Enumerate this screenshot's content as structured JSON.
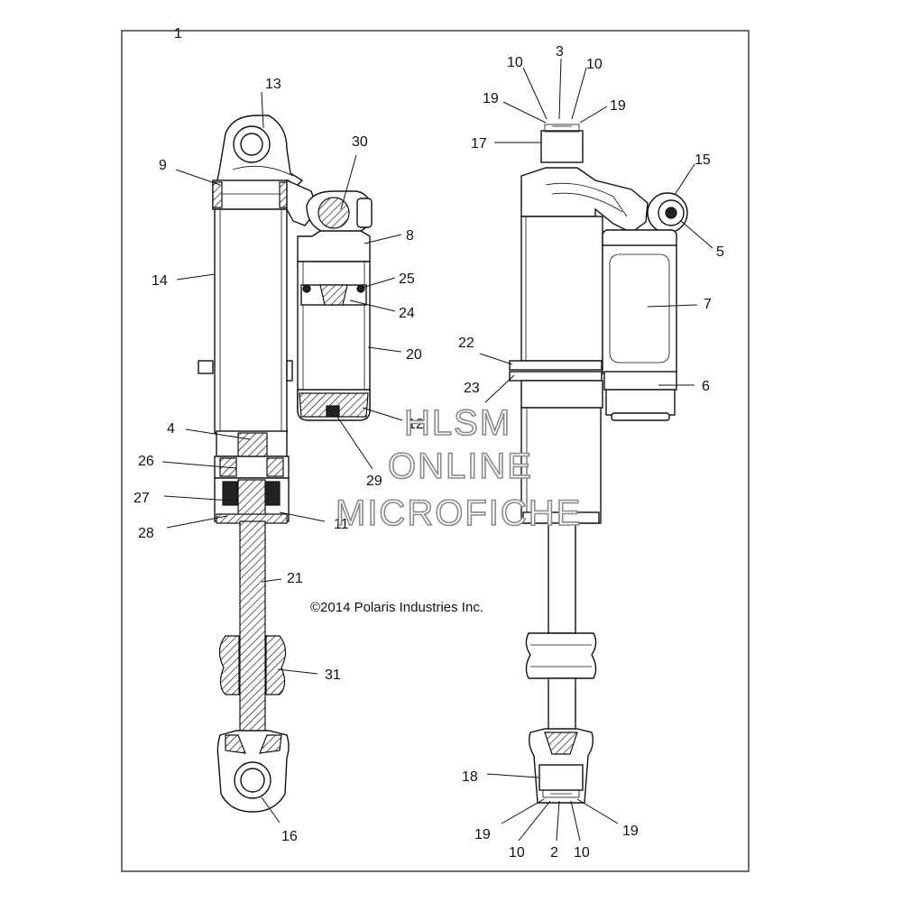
{
  "watermark": {
    "line1": "HLSM",
    "line2": "ONLINE",
    "line3": "MICROFICHE"
  },
  "copyright": "©2014 Polaris Industries Inc.",
  "callouts": {
    "c1": "1",
    "c13": "13",
    "c9": "9",
    "c30": "30",
    "c8": "8",
    "c14": "14",
    "c25": "25",
    "c24": "24",
    "c20": "20",
    "c12": "12",
    "c29": "29",
    "c4": "4",
    "c26": "26",
    "c27": "27",
    "c28": "28",
    "c11": "11",
    "c21": "21",
    "c31": "31",
    "c16": "16",
    "c3": "3",
    "c10a": "10",
    "c10b": "10",
    "c19a": "19",
    "c19b": "19",
    "c17": "17",
    "c15": "15",
    "c5": "5",
    "c7": "7",
    "c22": "22",
    "c23": "23",
    "c6": "6",
    "c18": "18",
    "c19c": "19",
    "c19d": "19",
    "c10c": "10",
    "c2": "2",
    "c10d": "10"
  }
}
